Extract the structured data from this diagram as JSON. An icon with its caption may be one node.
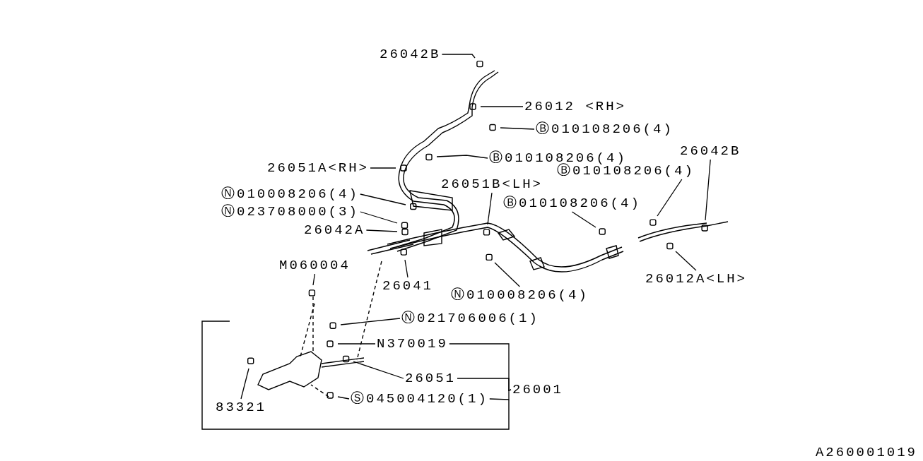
{
  "diagram": {
    "nodes": [
      {
        "text": [
          "26042B"
        ]
      },
      {
        "text": [
          "26012 <RH>"
        ]
      },
      {
        "text": [
          "Ⓑ010108206(4)"
        ]
      },
      {
        "text": [
          "Ⓑ010108206(4)"
        ]
      },
      {
        "text": [
          "26051A<RH>"
        ]
      },
      {
        "text": [
          "26042B"
        ]
      },
      {
        "text": [
          "Ⓑ010108206(4)"
        ]
      },
      {
        "text": [
          "26051B<LH>"
        ]
      },
      {
        "text": [
          "Ⓝ010008206(4)"
        ]
      },
      {
        "text": [
          "Ⓑ010108206(4)"
        ]
      },
      {
        "text": [
          "Ⓝ023708000(3)"
        ]
      },
      {
        "text": [
          "26042A"
        ]
      },
      {
        "text": [
          "26012A<LH>"
        ]
      },
      {
        "text": [
          "M060004"
        ]
      },
      {
        "text": [
          "26041"
        ]
      },
      {
        "text": [
          "Ⓝ010008206(4)"
        ]
      },
      {
        "text": [
          "Ⓝ021706006(1)"
        ]
      },
      {
        "text": [
          "N370019"
        ]
      },
      {
        "text": [
          "26051"
        ]
      },
      {
        "text": [
          "26001"
        ]
      },
      {
        "text": [
          "83321"
        ]
      },
      {
        "text": [
          "Ⓢ045004120(1)"
        ]
      }
    ],
    "edges": [
      {
        "from": 0,
        "to": null,
        "arrow": "none"
      },
      {
        "from": 1,
        "to": null,
        "arrow": "none"
      },
      {
        "from": 2,
        "to": null,
        "arrow": "none"
      },
      {
        "from": 3,
        "to": null,
        "arrow": "none"
      },
      {
        "from": 4,
        "to": null,
        "arrow": "none"
      },
      {
        "from": 5,
        "to": null,
        "arrow": "none"
      },
      {
        "from": 6,
        "to": null,
        "arrow": "none"
      },
      {
        "from": 7,
        "to": null,
        "arrow": "none"
      },
      {
        "from": 8,
        "to": null,
        "arrow": "none"
      },
      {
        "from": 9,
        "to": null,
        "arrow": "none"
      },
      {
        "from": 10,
        "to": null,
        "arrow": "none"
      },
      {
        "from": 11,
        "to": null,
        "arrow": "none"
      },
      {
        "from": 12,
        "to": null,
        "arrow": "none"
      },
      {
        "from": 13,
        "to": null,
        "arrow": "none"
      },
      {
        "from": 14,
        "to": null,
        "arrow": "none"
      },
      {
        "from": 15,
        "to": null,
        "arrow": "none"
      },
      {
        "from": 16,
        "to": null,
        "arrow": "none"
      },
      {
        "from": 17,
        "to": null,
        "arrow": "none"
      },
      {
        "from": 18,
        "to": null,
        "arrow": "none"
      },
      {
        "from": 20,
        "to": null,
        "arrow": "none"
      },
      {
        "from": 21,
        "to": null,
        "arrow": "none"
      },
      {
        "from": 17,
        "to": 19,
        "arrow": "none"
      },
      {
        "from": 18,
        "to": 19,
        "arrow": "none"
      },
      {
        "from": 21,
        "to": 19,
        "arrow": "none"
      }
    ],
    "labels": [
      "A260001019"
    ]
  }
}
